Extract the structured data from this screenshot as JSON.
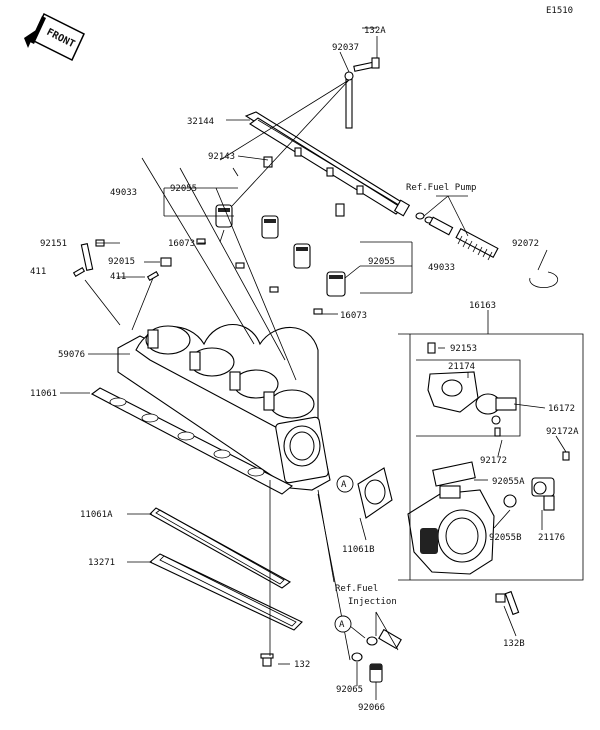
{
  "diagram_code": "E1510",
  "front_label": "FRONT",
  "ref_fuel_pump": "Ref.Fuel Pump",
  "ref_fuel_injection": [
    "Ref.Fuel",
    "Injection"
  ],
  "callout_a": "A",
  "parts": {
    "p132a": "132A",
    "p92037": "92037",
    "p32144": "32144",
    "p92143": "92143",
    "p49033_left": "49033",
    "p92055_left": "92055",
    "p92151": "92151",
    "p16073_left": "16073",
    "p92015": "92015",
    "p411_left": "411",
    "p411_mid": "411",
    "p92055_right": "92055",
    "p49033_right": "49033",
    "p92072": "92072",
    "p16163": "16163",
    "p16073_right": "16073",
    "p59076": "59076",
    "p92153": "92153",
    "p21174": "21174",
    "p11061": "11061",
    "p16172": "16172",
    "p92172a": "92172A",
    "p92172": "92172",
    "p92055a": "92055A",
    "p11061a": "11061A",
    "p92055b": "92055B",
    "p21176": "21176",
    "p11061b": "11061B",
    "p13271": "13271",
    "p132b": "132B",
    "p132": "132",
    "p92065": "92065",
    "p92066": "92066"
  }
}
